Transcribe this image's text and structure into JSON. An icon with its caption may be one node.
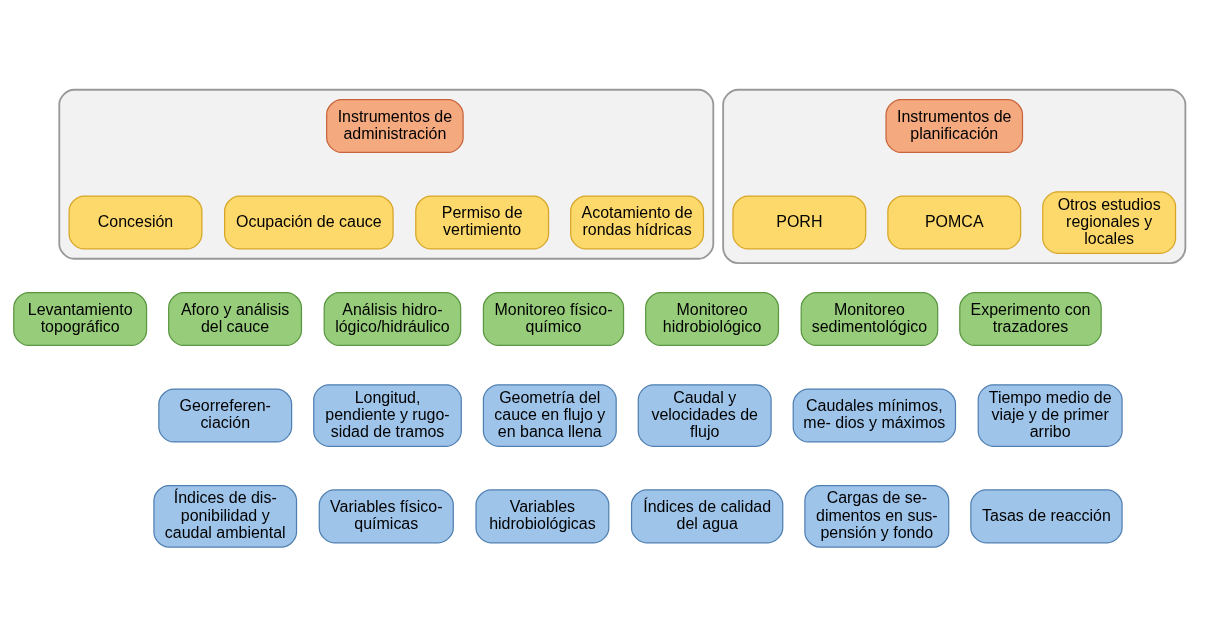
{
  "diagram": {
    "nodes": [
      {
        "text": [],
        "shape": "box"
      },
      {
        "text": [
          "Instrumentos de administración"
        ],
        "in": 0
      },
      {
        "text": [
          "Concesión"
        ],
        "in": 0
      },
      {
        "text": [
          "Ocupación de cauce"
        ],
        "in": 0
      },
      {
        "text": [
          "Permiso de vertimiento"
        ],
        "in": 0
      },
      {
        "text": [
          "Acotamiento de rondas hídricas"
        ],
        "in": 0
      },
      {
        "text": [],
        "shape": "box"
      },
      {
        "text": [
          "Instrumentos de planificación"
        ],
        "in": 6
      },
      {
        "text": [
          "PORH"
        ],
        "in": 6
      },
      {
        "text": [
          "POMCA"
        ],
        "in": 6
      },
      {
        "text": [
          "Otros estudios regionales y locales"
        ],
        "in": 6
      },
      {
        "text": [
          "Levantamiento topográfico"
        ]
      },
      {
        "text": [
          "Aforo y análisis del cauce"
        ]
      },
      {
        "text": [
          "Análisis hidro- lógico/hidráulico"
        ]
      },
      {
        "text": [
          "Monitoreo físico-químico"
        ]
      },
      {
        "text": [
          "Monitoreo hidrobiológico"
        ]
      },
      {
        "text": [
          "Monitoreo sedimentológico"
        ]
      },
      {
        "text": [
          "Experimento con trazadores"
        ]
      },
      {
        "text": [
          "Georreferen- ciación"
        ]
      },
      {
        "text": [
          "Longitud, pendiente y rugo- sidad de tramos"
        ]
      },
      {
        "text": [
          "Geometría del cauce en flujo y en banca llena"
        ]
      },
      {
        "text": [
          "Caudal y velocidades de flujo"
        ]
      },
      {
        "text": [
          "Caudales mínimos, me- dios y máximos"
        ]
      },
      {
        "text": [
          "Tiempo medio de viaje y de primer arribo"
        ]
      },
      {
        "text": [
          "Índices de dis- ponibilidad y caudal ambiental"
        ]
      },
      {
        "text": [
          "Variables físico- químicas"
        ]
      },
      {
        "text": [
          "Variables hidrobiológicas"
        ]
      },
      {
        "text": [
          "Índices de calidad del agua"
        ]
      },
      {
        "text": [
          "Cargas de se- dimentos en sus- pensión y fondo"
        ]
      },
      {
        "text": [
          "Tasas de reacción"
        ]
      }
    ],
    "edges": []
  }
}
